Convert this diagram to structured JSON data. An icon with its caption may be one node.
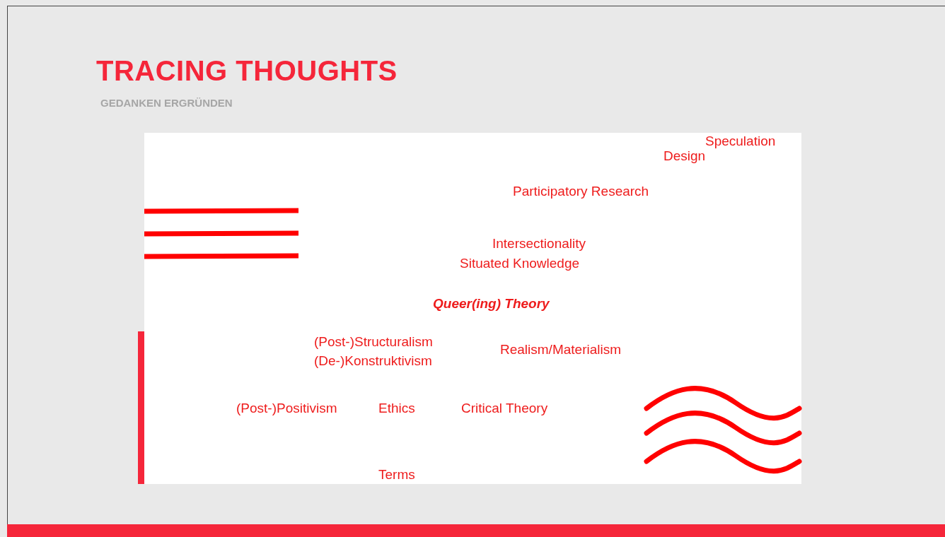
{
  "diagram": {
    "title": "TRACING THOUGHTS",
    "labels": [
      "GEDANKEN ERGRÜNDEN",
      "Speculation",
      "Design",
      "Participatory Research",
      "Intersectionality",
      "Situated Knowledge",
      "Queer(ing) Theory",
      "(Post-)Structuralism",
      "Realism/Materialism",
      "(De-)Konstruktivism",
      "(Post-)Positivism",
      "Ethics",
      "Critical Theory",
      "Terms"
    ]
  }
}
